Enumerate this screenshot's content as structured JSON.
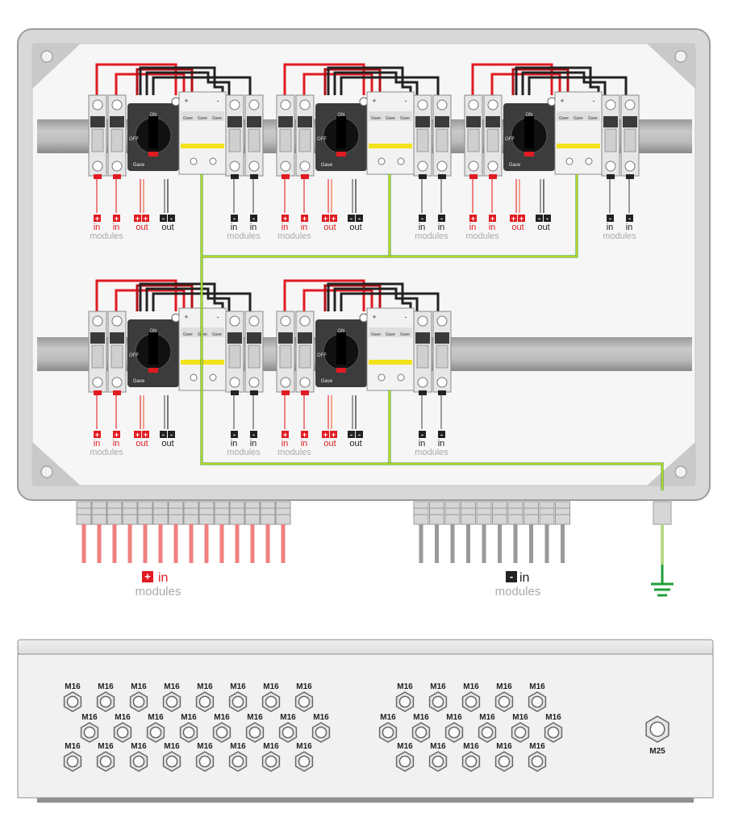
{
  "colors": {
    "positive": "#e11b22",
    "negative": "#222222",
    "positive_light": "#f08080",
    "negative_light": "#9a9a9a",
    "earth_green": "#1f9e3a",
    "earth_yellow": "#f2e21a",
    "enclosure": "#e9e9e9",
    "module_text": "#aaaaaa"
  },
  "labels": {
    "in": "in",
    "out": "out",
    "modules": "modules",
    "plus_sign": "+",
    "minus_sign": "-"
  },
  "breaker_text": {
    "brand": "Gave",
    "on": "ON",
    "off": "OFF"
  },
  "top_row_units": 3,
  "bottom_row_units": 2,
  "positive_cables": 14,
  "negative_cables": 10,
  "glands": {
    "m16": "M16",
    "m25": "M25",
    "left_group": [
      8,
      8,
      8
    ],
    "right_group": [
      5,
      6,
      5
    ]
  },
  "icons": [
    "ground-icon",
    "cable-gland-icon",
    "switch-disconnector-icon",
    "fuse-holder-icon",
    "surge-protector-icon"
  ]
}
